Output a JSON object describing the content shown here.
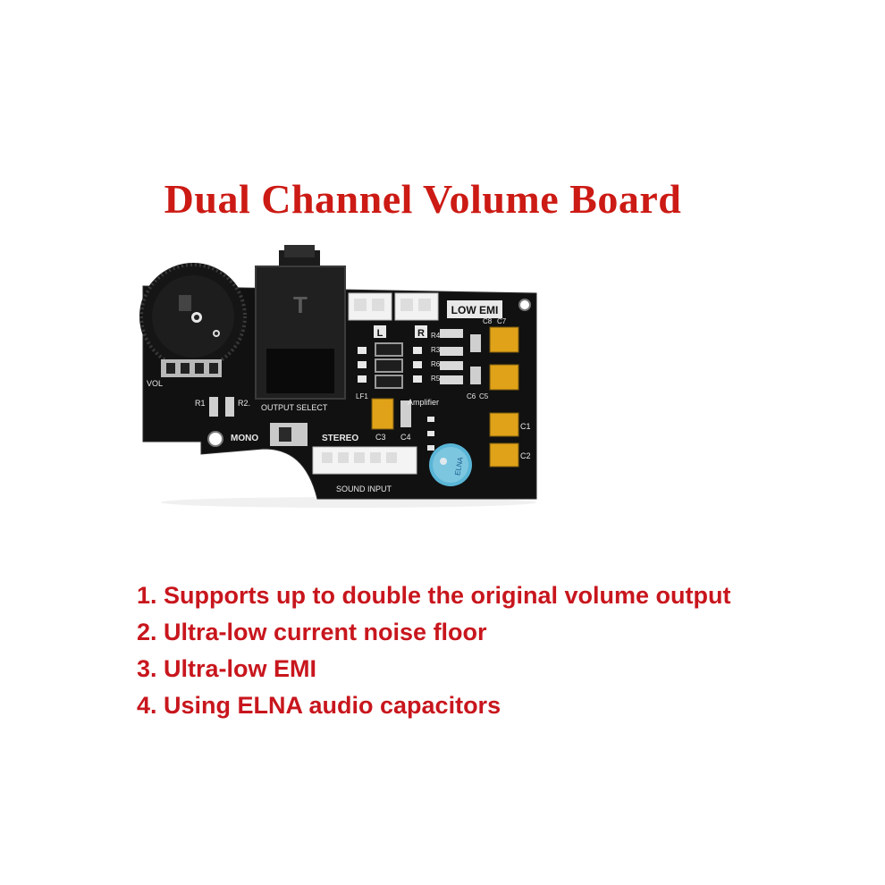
{
  "title": "Dual Channel Volume Board",
  "board": {
    "labels": {
      "vol": "VOL",
      "r1": "R1",
      "r2": "R2.",
      "output_select": "OUTPUT SELECT",
      "mono": "MONO",
      "stereo": "STEREO",
      "sound_input": "SOUND INPUT",
      "low_emi": "LOW EMI",
      "l": "L",
      "r": "R",
      "lf1": "LF1",
      "amplifier": "Amplifier",
      "c1": "C1",
      "c2": "C2",
      "c3": "C3",
      "c4": "C4",
      "c5": "C5",
      "c6": "C6",
      "c7": "C7",
      "c8": "C8",
      "r3": "R3",
      "r4": "R4",
      "r5": "R5",
      "r6": "R6",
      "cap_marking": "ELNA"
    }
  },
  "features": [
    "1. Supports up to double the original volume output",
    "2. Ultra-low current noise floor",
    "3. Ultra-low EMI",
    "4. Using ELNA audio capacitors"
  ],
  "colors": {
    "title": "#cc1a14",
    "feature_text": "#c8161d",
    "pcb": "#111111",
    "tantalum": "#e0a218"
  }
}
